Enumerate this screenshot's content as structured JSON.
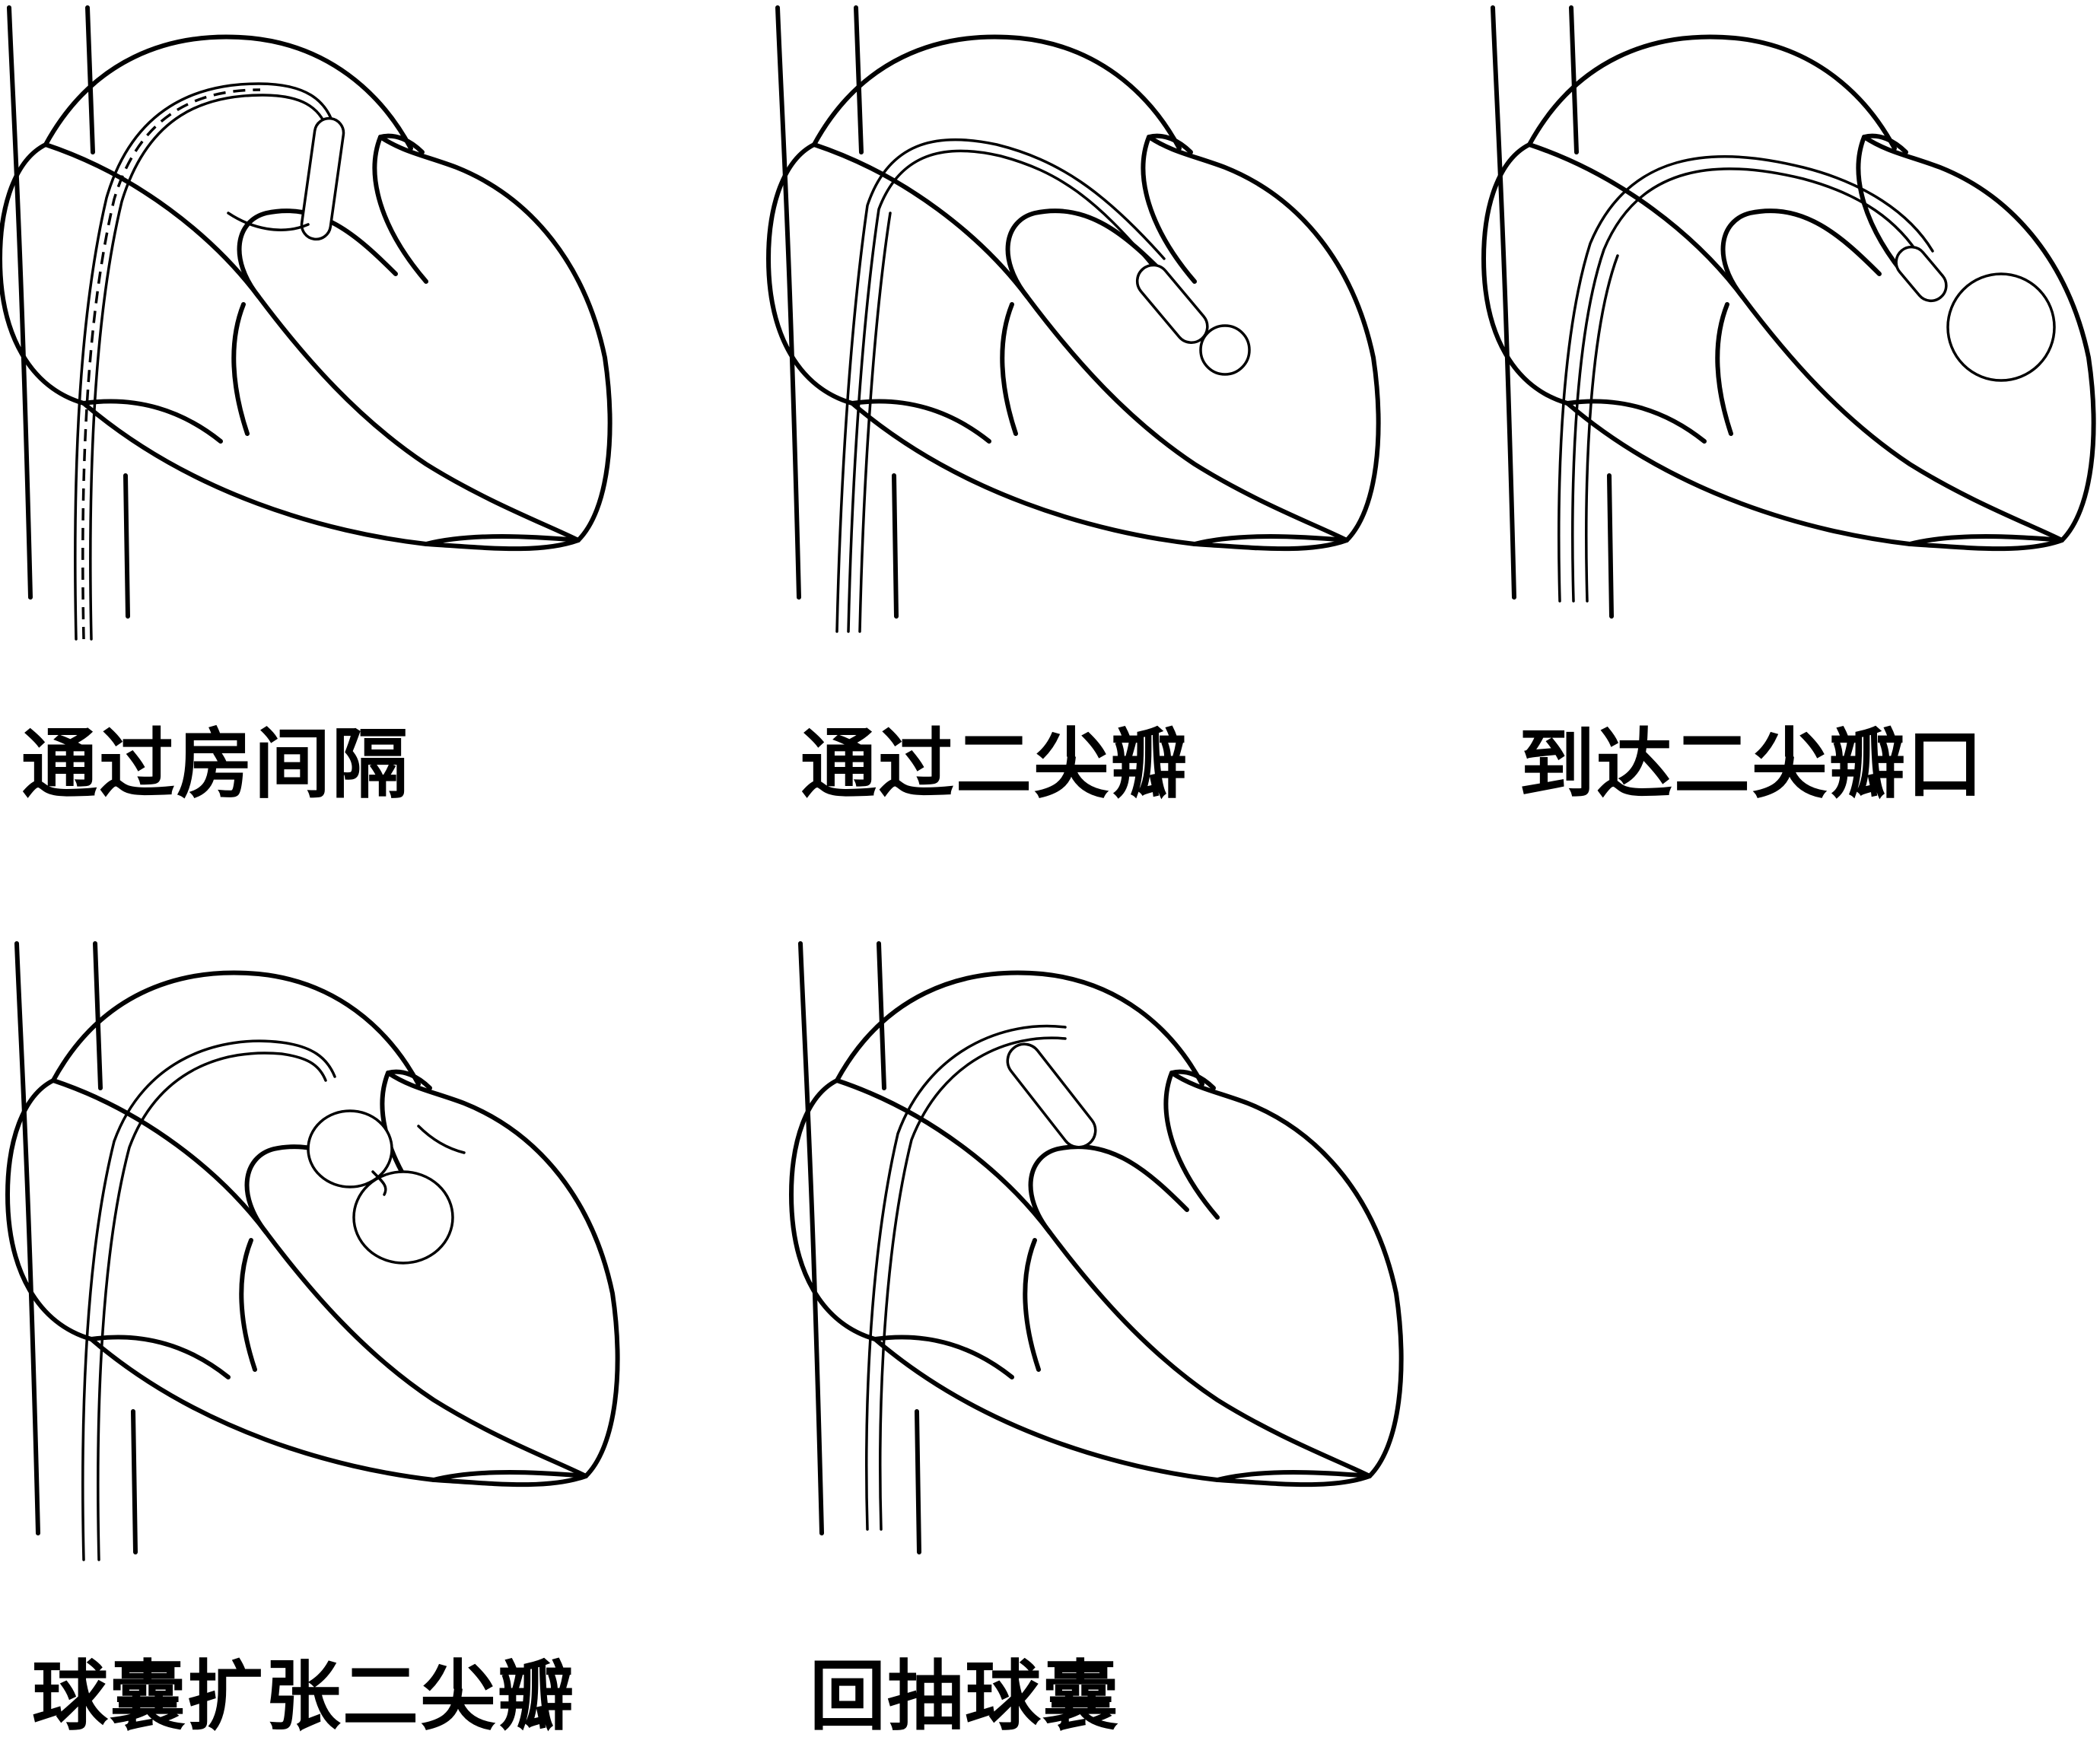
{
  "panels": [
    {
      "caption": "通过房间隔",
      "stage": "septum"
    },
    {
      "caption": "通过二尖瓣",
      "stage": "through-valve"
    },
    {
      "caption": "到达二尖瓣口",
      "stage": "at-orifice"
    },
    {
      "caption": "球囊扩张二尖瓣",
      "stage": "dilation"
    },
    {
      "caption": "回抽球囊",
      "stage": "withdraw"
    }
  ],
  "colors": {
    "ink": "#000000",
    "background": "#ffffff"
  }
}
